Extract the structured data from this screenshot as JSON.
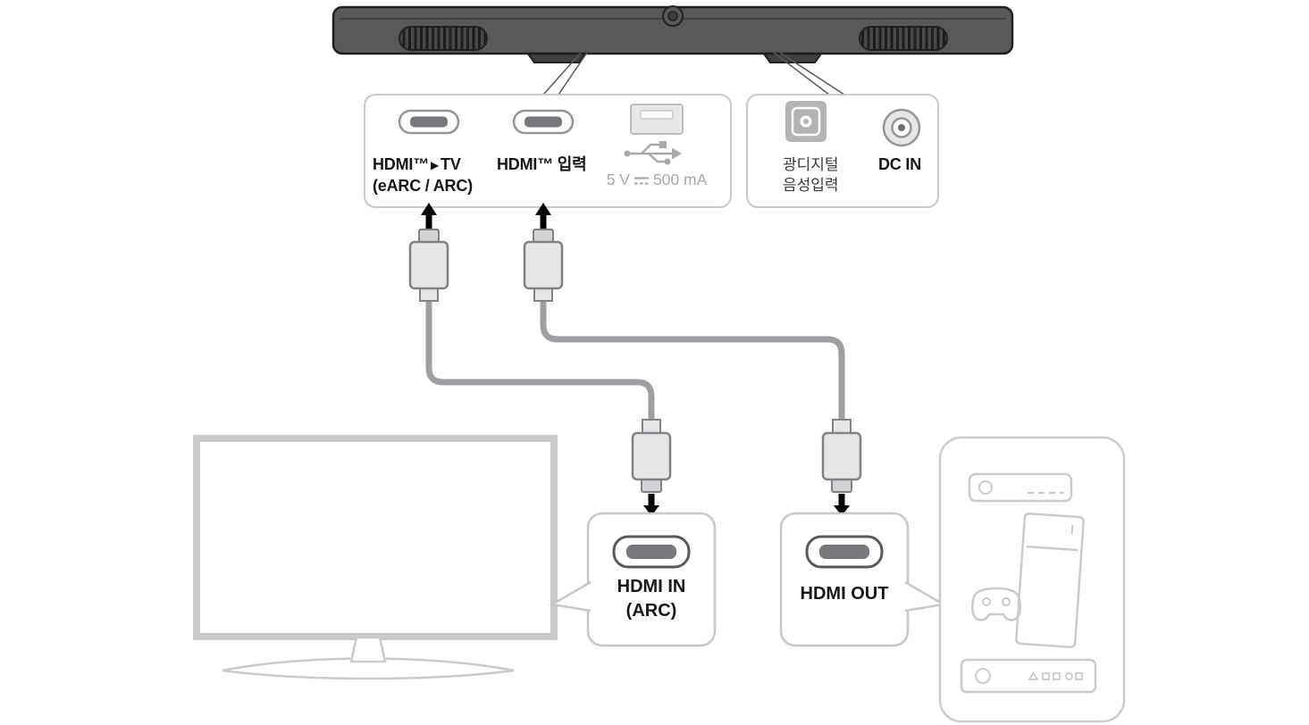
{
  "diagram": {
    "ports_panel": {
      "hdmi_tv": {
        "brand": "HDMI™",
        "arrow": "▶",
        "target": "TV",
        "sub": "(eARC / ARC)"
      },
      "hdmi_input": {
        "label": "HDMI™ 입력"
      },
      "usb": {
        "rating_left": "5 V",
        "rating_right": "500 mA"
      }
    },
    "power_panel": {
      "optical": {
        "line1": "광디지털",
        "line2": "음성입력"
      },
      "dc_in": {
        "label": "DC IN"
      }
    },
    "tv_connection": {
      "label": "HDMI IN",
      "sub": "(ARC)"
    },
    "device_connection": {
      "label": "HDMI OUT"
    },
    "colors": {
      "soundbar_body": "#58595b",
      "soundbar_outline": "#231f20",
      "panel_border": "#c7c8ca",
      "cable": "#9d9fa2",
      "connector_fill": "#e6e7e8",
      "connector_stroke": "#808285",
      "port_inner": "#77787b",
      "device_outline": "#c9cacc",
      "usb_text": "#a7a9ac",
      "arrow": "#000000"
    }
  }
}
